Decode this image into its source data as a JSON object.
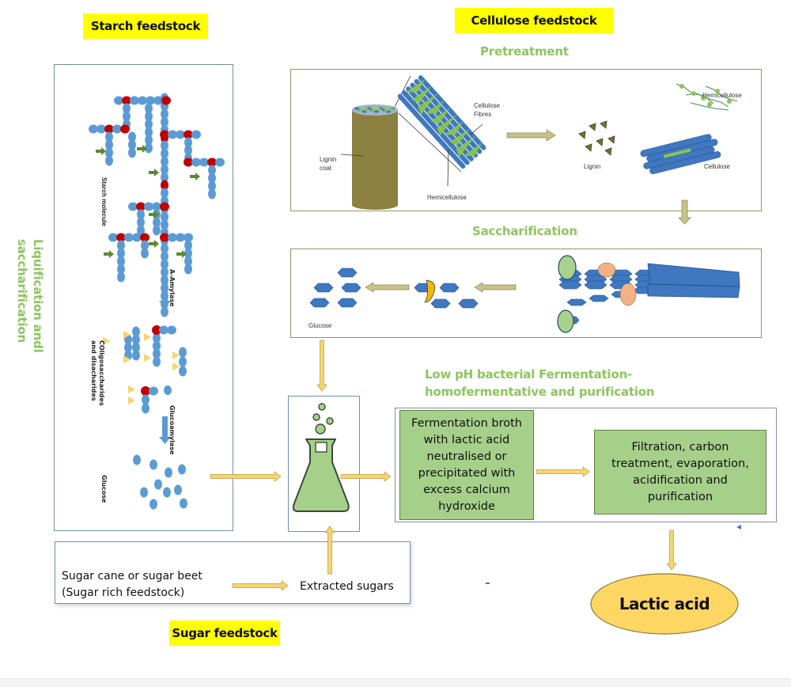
{
  "tags": {
    "starch": "Starch feedstock",
    "cellulose": "Cellulose feedstock",
    "sugar": "Sugar feedstock"
  },
  "section_titles": {
    "pretreatment": "Pretreatment",
    "saccharification": "Saccharification",
    "liquification_line1": "Liquification andl",
    "liquification_line2": "saccharification",
    "fermentation_line1": "Low pH bacterial  Fermentation-",
    "fermentation_line2": "homofermentative and purification"
  },
  "starch_panel": {
    "starch_molecule": "Starch molecule",
    "a_amylase": "A-Amylase",
    "oligo_line1": "COligosaccharides",
    "oligo_line2": "and disacharides",
    "glucoamylase": "Glucoamylase",
    "glucose": "Glucose"
  },
  "pretreatment_panel": {
    "lignin_coat_line1": "Lignin",
    "lignin_coat_line2": "coat",
    "cellulose_fibres_line1": "Cellulose",
    "cellulose_fibres_line2": "Fibres",
    "hemicellulose_bottom": "Hemicellulose",
    "lignin": "Lignin",
    "hemicellulose_right": "Hemicellulose",
    "cellulose": "Cellulose"
  },
  "saccharification_panel": {
    "glucose": "Glucose"
  },
  "fermentation": {
    "broth_box": "Fermentation broth with lactic acid neutralised or precipitated with excess calcium hydroxide",
    "filtration_box": "Filtration, carbon treatment, evaporation, acidification and purification"
  },
  "sugar_panel": {
    "source_line1": "Sugar cane or sugar beet",
    "source_line2": "(Sugar rich feedstock)",
    "extracted": "Extracted sugars"
  },
  "product": {
    "label": "Lactic acid"
  },
  "colors": {
    "tag_yellow": "#ffff00",
    "title_green": "#8cc55e",
    "glucose_blue": "#5b9bd5",
    "branch_red": "#c00000",
    "arrow_yellow": "#f7d46f",
    "arrow_olive": "#c8c28a",
    "box_green": "#a6d08a",
    "product_yellow": "#fdd663"
  }
}
